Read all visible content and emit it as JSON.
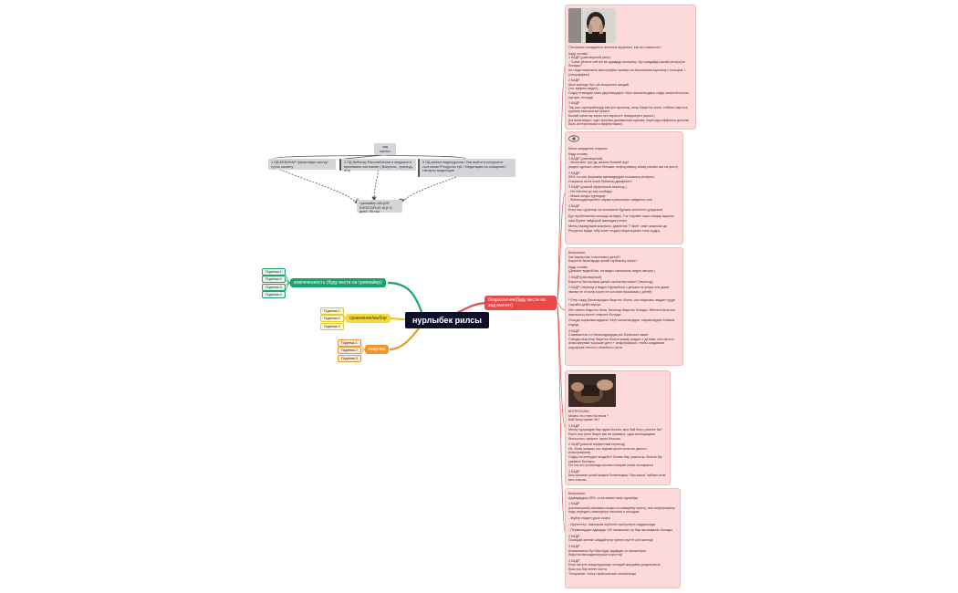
{
  "root": {
    "label": "нурлыбек рилсы"
  },
  "branches": {
    "right": "безразличие(буду вести на зад магнит)",
    "green": "вовлеченность (буду вести на трипвайер)",
    "yellow": "сравнение/выбор",
    "orange": "покупка"
  },
  "green_subs": [
    "Подтема 1",
    "Подтема 2",
    "Подтема 3",
    "Подтема 4"
  ],
  "yellow_subs": [
    "Подтема 1",
    "Подтема 2",
    "Подтема 3"
  ],
  "orange_subs": [
    "Подтема 1",
    "Подтема 2",
    "Подтема 3"
  ],
  "funnel": {
    "top": "зад магнит",
    "left": "1 ПД ВЕБИНАР /(практикум чистку/тутчы казакту",
    "mid": "2 ПД Вебинар Расслабление и медиаия в времяване состояние ( Вопросы , трансуд-ать)",
    "right": "3 ПД записи видеоуроков / Как выйти в ресурсное состояние?Ресурсты ғуй / Медитация на очищение / тікнауты медитация",
    "bottom": "трипвайер АКЦИЯ БЛОКТАРЫН АЦУ 8 дней, 99 тыс"
  },
  "cards": [
    [
      "Постоянно попадается женатые мужчины, как это изменить?",
      "Кадр головы\n1 КАДР (разговорный рилс)\n- \"Саме уйлене сейтен ве адамдар сезерлер, бул жагдайды калай ресерсуге болады?\nни тағда напуникть фотографію пример на вераскахма мужчину с кольцом = (спецэффект)",
      "2 КАДР\nШын мәнінде бул ойі кешіркетін жағдай\n(тот эффект видео)\nСіздің теткизден емет дереккердерн. Керт шыгынандары сіздің ежерной ылкан ацтары тастарді",
      "3 КАДР\nТақ осы сценарийлерді екетуге арналық, алар бақылты алты, тебінен карттық қорғана сексалатын кезінні.\nБылай сипаттау керек пен керекоте прведжерен (музыз )\n(на всем видео: идет фонова динамичная музыка, переходы эффекты должны быть интересными и эффектными)"
    ],
    [
      "Мени наярденсе отарасм",
      "Кадр головы\n1 КАДР (разговорный)\n- Мына мен түрі ду, жолым болмай жүр!\n(видео сделать через белыми- инфографику внизу головы как на фото)",
      "2 КАДР\n90% -ға осы форманы жағымдардан есанының астарлы.\nИ музыка негізі ежей бейненің дыміресет!",
      "3 КАДР (разной эффектный переход )\n- Не статтем до как олабады\n- Маша калды тұрнедыр\n- Жанылдарыңызбен карым ератылаған кайдасты конт",
      "4 КАДР\nЕгер осы сұраптар сіз жолатаған бұршып кеченгіне құндызыз!",
      "Бұл проблемелер жолыда астидеу. Ток тоқсайні оңын сіюдар арқылы наш бүріне тайдыраб жакандату кезге.",
      "Менің парақұзыма жақпысы: директом \"Тіфен\" сөзін жақпысы де Ресурсты күйде табу және теңдеу медитациясы тапа оңдіру."
    ],
    [
      "Вопросики:\nКак вырастить счастливых детей?\nБақытты балаларды қалай тәрбиелеу керек?",
      "Кадр головы\n(Девокет видеобіліс, на видео напомнить видео авторы )",
      "1 КАДР(разговорный)\nБақытты баллалары қалай тәрбиелеу керек? (переход)",
      "2 КАДР (переход в видео Нурлыбека с детьми на улице или дома звонко не стояла после не котолая показывая к детей)\n\n* Егер сіздің балаларыдыз бақытты болға, осы видеомы аяқдап тұрде тоқсайні дейін көріңіз",
      "Өте көнелі бақытты бала, балалар бақытты болады. Өйткені бала өте ажалының өткені ломолге болады.",
      "Отаңды корымынсардасы, Керт шгыынандары, пармалардан бойына ендеді.",
      "4 КАДР\nСамамыстан ол балалардардың өзі болғысын кажет\nСізғада саза егер бақытты болып жаңаp (кадры с детьми, или просто атмосферные хорошие дети + инфографика, чтобы создавали ощущение тепла и семейного уюта"
    ],
    [
      "ВОПРОСИКИ\nМожно ли стать богатым ?\nБай болу мүмкін ба?",
      "1 КАДР\nМенің түрқымдан бар адам болган, мен бай болу үлкенге ба?\nЕжен алу фото баңке как на примере, царь всеящащаев безностью; эффект через больше.",
      "2 КАДР(разный эффектный переход)\nИе, болы жааасы (на задним фоне полетых деньги, инфографика)\nСіздің тестелерден кездебте болған бар ушыгыты, болған бір ушимын бостары.\nОл тек осо устанниды жылыстанарын кеоке ештауынға",
      "3 КАДР\nБыл қалаған қалай жакуға бопитөндаш \"Ақи жаша\" кабаты-ным мен алалис"
    ],
    [
      "Вопросики:\nАдамдардың 95% -ы өз-өзімен өмір сүрмейді",
      "1 КАДР\n(разговорный) нанимать видео по каварему пункту, или инфографику\nнадо передать атмосферу насилия и аплоджа",
      "- Жұйер пікіден ұрып соңғы",
      "- Әрекеттер, пакпырлы еңбектегі қатерлерге саудасында",
      "- Пермалардан адамдар 100 гамасынан ер бар жаграмалас болады",
      "2 КАДР\nОсындай желіпіл жақдайтулр туннел-пунтті кон жағандi",
      "3 КАДР\nАлманлаиоы бул бактерде адамдар ол өрмастеріп бақытсызмсыздапанушын корогтар",
      "4 КАДР\nЕгер пытуле жаққындаряшу осындай жағдайға ұшырасаныз,\nбуш осы бар өнеге бопта\nТонаусшан: тапсу гармышансан мотивсинде"
    ]
  ]
}
